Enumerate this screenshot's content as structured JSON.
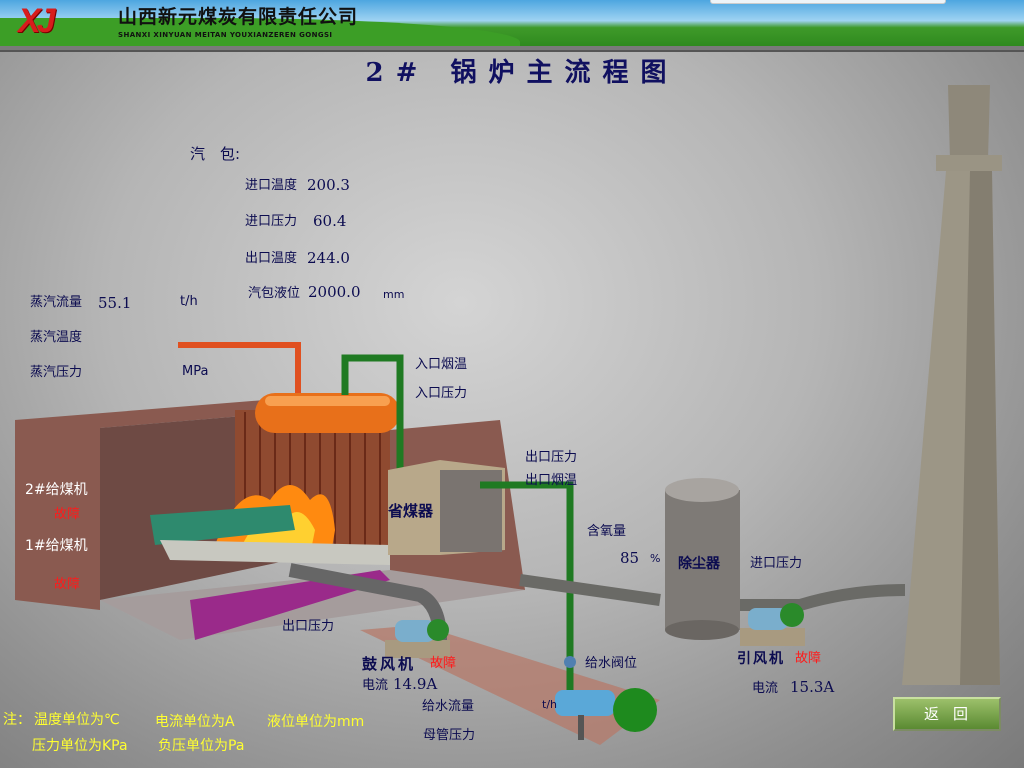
{
  "header": {
    "logo_text": "XJ",
    "company_cn": "山西新元煤炭有限责任公司",
    "company_en": "SHANXI XINYUAN MEITAN YOUXIANZEREN GONGSI"
  },
  "title": "2# 锅炉主流程图",
  "drum": {
    "label": "汽　包:",
    "inlet_temp_label": "进口温度",
    "inlet_temp": "200.3",
    "inlet_press_label": "进口压力",
    "inlet_press": "60.4",
    "outlet_temp_label": "出口温度",
    "outlet_temp": "244.0",
    "level_label": "汽包液位",
    "level": "2000.0",
    "level_unit": "mm"
  },
  "steam": {
    "flow_label": "蒸汽流量",
    "flow": "55.1",
    "flow_unit": "t/h",
    "temp_label": "蒸汽温度",
    "press_label": "蒸汽压力",
    "press_unit": "MPa"
  },
  "economizer": {
    "label": "省煤器",
    "in_temp_label": "入口烟温",
    "in_press_label": "入口压力",
    "out_press_label": "出口压力",
    "out_temp_label": "出口烟温"
  },
  "oxygen": {
    "label": "含氧量",
    "value": "85",
    "unit": "%"
  },
  "dust": {
    "label": "除尘器",
    "in_press_label": "进口压力"
  },
  "feeders": [
    {
      "label": "2#给煤机",
      "status": "故障"
    },
    {
      "label": "1#给煤机",
      "status": "故障"
    }
  ],
  "blower": {
    "label": "鼓风机",
    "status": "故障",
    "current_label": "电流",
    "current": "14.9A",
    "outlet_press_label": "出口压力"
  },
  "induced": {
    "label": "引风机",
    "status": "故障",
    "current_label": "电流",
    "current": "15.3A"
  },
  "water": {
    "valve_label": "给水阀位",
    "flow_label": "给水流量",
    "flow_unit": "t/h",
    "header_press_label": "母管压力"
  },
  "notes": {
    "prefix": "注：",
    "temp": "温度单位为℃",
    "current": "电流单位为A",
    "level": "液位单位为mm",
    "press": "压力单位为KPa",
    "neg_press": "负压单位为Pa"
  },
  "back_button": "返回",
  "colors": {
    "fault": "#ff1a1a",
    "note": "#ffff30",
    "label": "#0c0c50"
  }
}
